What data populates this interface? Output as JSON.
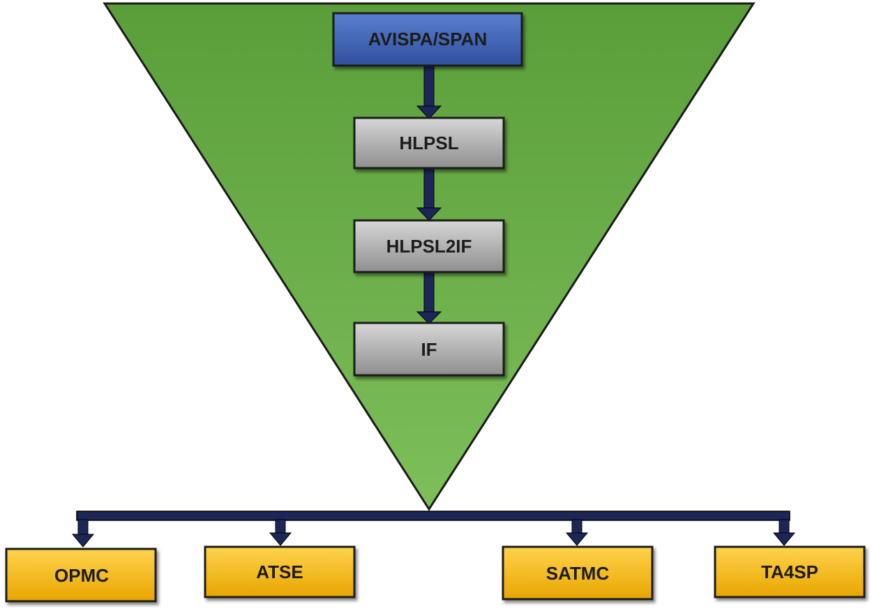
{
  "diagram": {
    "top_box": {
      "label": "AVISPA/SPAN"
    },
    "pipeline": [
      {
        "label": "HLPSL"
      },
      {
        "label": "HLPSL2IF"
      },
      {
        "label": "IF"
      }
    ],
    "backends": [
      {
        "label": "OPMC"
      },
      {
        "label": "ATSE"
      },
      {
        "label": "SATMC"
      },
      {
        "label": "TA4SP"
      }
    ]
  },
  "colors": {
    "triangle_top": "#5a9e3a",
    "triangle_bottom": "#7bbf57",
    "top_box_fill": "#3f63b5",
    "pipeline_box_fill": "#a8a8a8",
    "backend_box_fill": "#f2b31a",
    "connector": "#1c2757"
  }
}
